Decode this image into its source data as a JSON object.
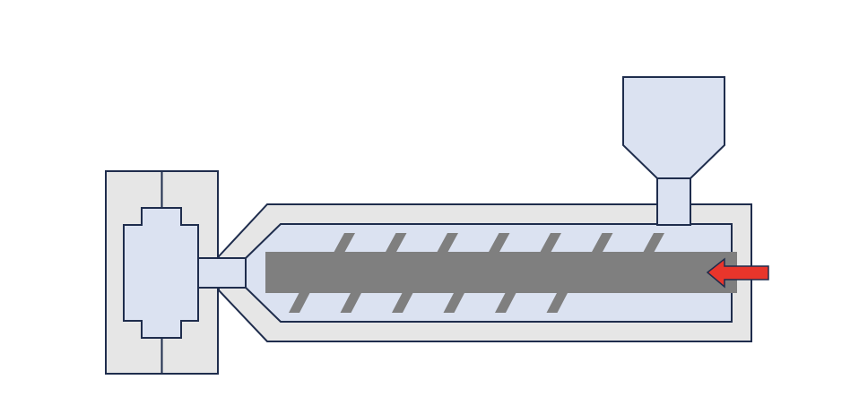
{
  "diagram": {
    "subject": "",
    "components": {
      "mold": {
        "name": "mold"
      },
      "nozzle": {
        "name": "nozzle"
      },
      "barrel": {
        "name": "barrel"
      },
      "screw": {
        "name": "screw",
        "flight_count_top": 7,
        "flight_count_bottom": 6
      },
      "hopper": {
        "name": "hopper"
      },
      "feed_arrow": {
        "name": "feed-direction-arrow",
        "direction": "left"
      }
    },
    "colors": {
      "outline": "#1f2d4d",
      "outer_fill": "#e6e6e6",
      "inner_fill": "#dbe2f1",
      "screw_fill": "#7f7f7f",
      "arrow_fill": "#e8352b",
      "background": "#ffffff"
    }
  }
}
